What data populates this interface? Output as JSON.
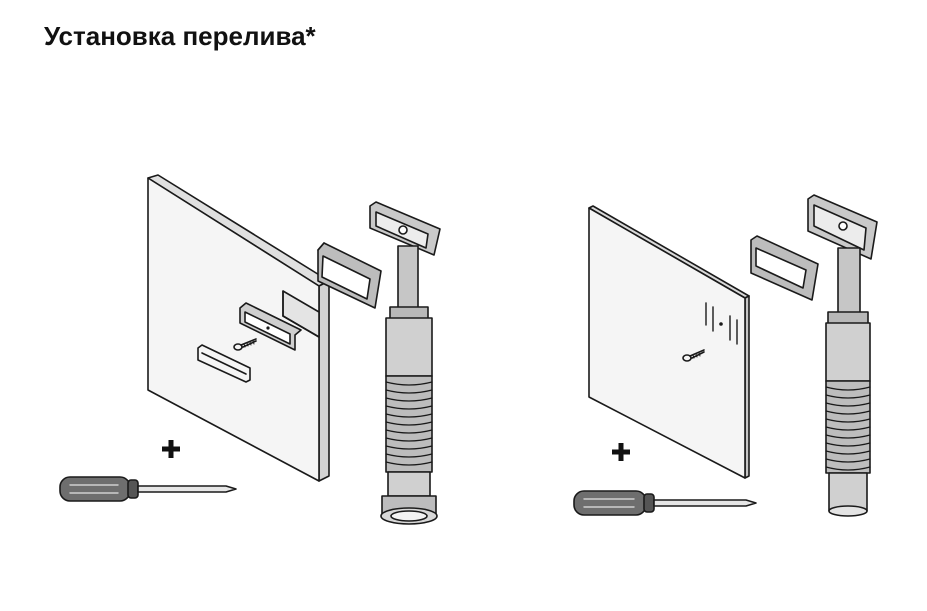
{
  "page": {
    "title": "Установка перелива*"
  },
  "colors": {
    "outline": "#1a1a1a",
    "panel": "#f3f3f3",
    "panel_side": "#e6e6e6",
    "part_gray": "#b9b9b9",
    "part_light": "#d6d6d6",
    "part_dark": "#8a8a8a",
    "handle": "#6e6e6e",
    "plus": "#111111"
  },
  "diagrams": [
    {
      "name": "thick-wall-installation",
      "parts": [
        "wall-panel",
        "overflow-frame",
        "gasket",
        "cover-plate",
        "screw",
        "overflow-drain-pipe",
        "screwdriver"
      ]
    },
    {
      "name": "thin-wall-installation",
      "parts": [
        "wall-panel",
        "gasket",
        "screw",
        "overflow-drain-pipe",
        "screwdriver"
      ]
    }
  ]
}
